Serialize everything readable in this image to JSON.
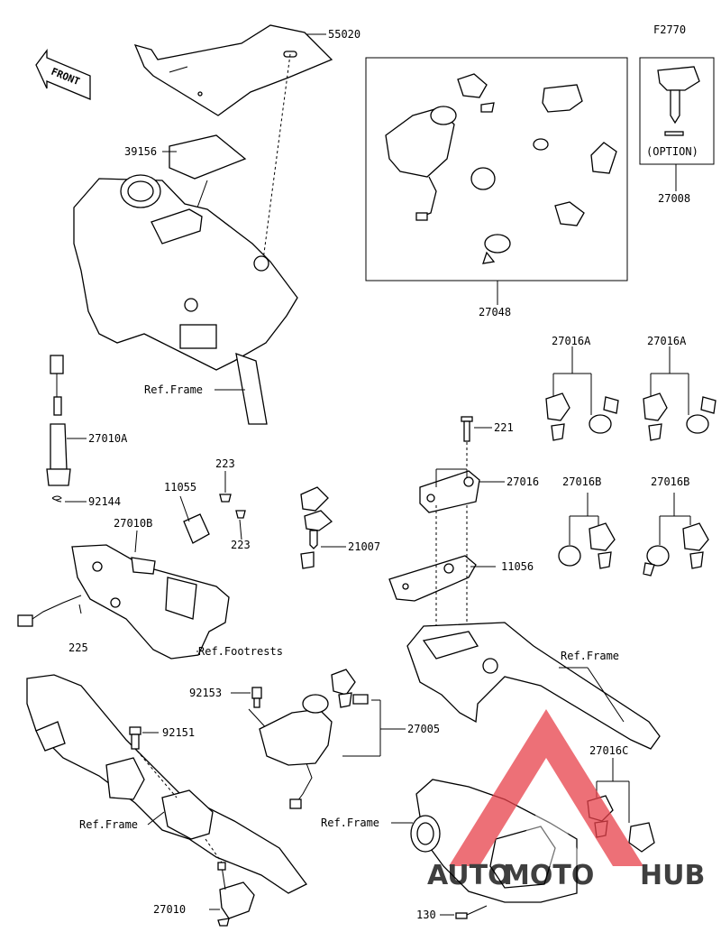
{
  "diagram_code": "F2770",
  "direction_label": "FRONT",
  "watermark": {
    "text_part1": "AUTO",
    "text_part2": "MOTO",
    "text_part3": "HUB",
    "color_red": "#e8414a",
    "color_orange": "#f3a23a",
    "color_gray": "#7b7b7b"
  },
  "option_label": "(OPTION)",
  "callouts": [
    {
      "id": "55020",
      "text": "55020"
    },
    {
      "id": "39156",
      "text": "39156"
    },
    {
      "id": "27048",
      "text": "27048"
    },
    {
      "id": "27008",
      "text": "27008"
    },
    {
      "id": "ref-frame-1",
      "text": "Ref.Frame"
    },
    {
      "id": "27010A",
      "text": "27010A"
    },
    {
      "id": "92144",
      "text": "92144"
    },
    {
      "id": "223a",
      "text": "223"
    },
    {
      "id": "11055",
      "text": "11055"
    },
    {
      "id": "27010B",
      "text": "27010B"
    },
    {
      "id": "223b",
      "text": "223"
    },
    {
      "id": "225",
      "text": "225"
    },
    {
      "id": "ref-footrests",
      "text": "Ref.Footrests"
    },
    {
      "id": "21007",
      "text": "21007"
    },
    {
      "id": "221",
      "text": "221"
    },
    {
      "id": "27016",
      "text": "27016"
    },
    {
      "id": "11056",
      "text": "11056"
    },
    {
      "id": "27016A-1",
      "text": "27016A"
    },
    {
      "id": "27016A-2",
      "text": "27016A"
    },
    {
      "id": "27016B-1",
      "text": "27016B"
    },
    {
      "id": "27016B-2",
      "text": "27016B"
    },
    {
      "id": "ref-frame-2",
      "text": "Ref.Frame"
    },
    {
      "id": "92153",
      "text": "92153"
    },
    {
      "id": "92151",
      "text": "92151"
    },
    {
      "id": "27005",
      "text": "27005"
    },
    {
      "id": "27016C",
      "text": "27016C"
    },
    {
      "id": "ref-frame-3",
      "text": "Ref.Frame"
    },
    {
      "id": "ref-frame-4",
      "text": "Ref.Frame"
    },
    {
      "id": "27010",
      "text": "27010"
    },
    {
      "id": "130",
      "text": "130"
    }
  ]
}
